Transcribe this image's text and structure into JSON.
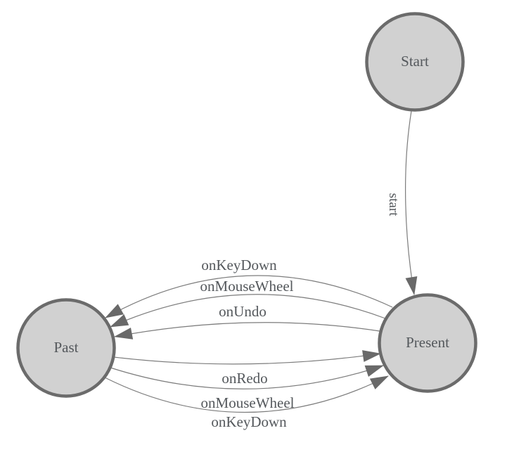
{
  "diagram": {
    "type": "state-machine",
    "nodes": [
      {
        "id": "start",
        "label": "Start"
      },
      {
        "id": "present",
        "label": "Present"
      },
      {
        "id": "past",
        "label": "Past"
      }
    ],
    "edges": [
      {
        "from": "start",
        "to": "present",
        "label": "start"
      },
      {
        "from": "present",
        "to": "past",
        "label": "onKeyDown"
      },
      {
        "from": "present",
        "to": "past",
        "label": "onMouseWheel"
      },
      {
        "from": "present",
        "to": "past",
        "label": "onUndo"
      },
      {
        "from": "past",
        "to": "present",
        "label": "onRedo"
      },
      {
        "from": "past",
        "to": "present",
        "label": "onMouseWheel"
      },
      {
        "from": "past",
        "to": "present",
        "label": "onKeyDown"
      }
    ],
    "colors": {
      "background": "#ffffff",
      "node_fill": "#d1d1d1",
      "node_stroke": "#6b6b6b",
      "edge_stroke": "#7c7c7c",
      "arrowhead_fill": "#696969",
      "label_text": "#54585c"
    }
  }
}
